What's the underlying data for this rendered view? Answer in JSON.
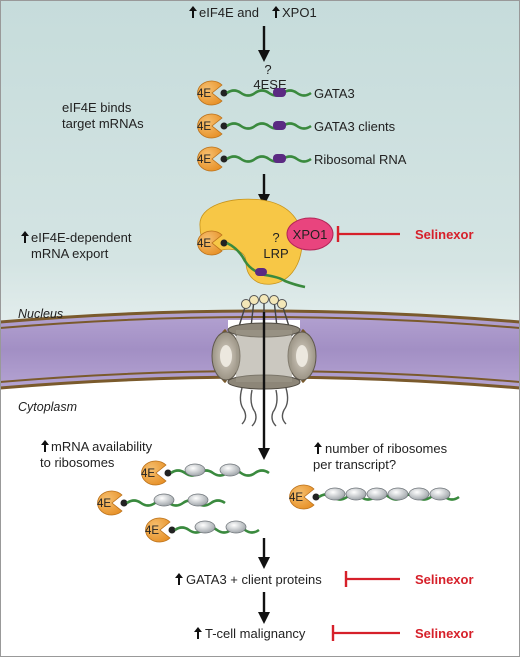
{
  "top_label": {
    "part1": "eIF4E and",
    "part2": "XPO1"
  },
  "question_top": "?",
  "element_4ese": "4ESE",
  "mrna_rows": [
    "GATA3",
    "GATA3 clients",
    "Ribosomal RNA"
  ],
  "binds_label": [
    "eIF4E binds",
    "target mRNAs"
  ],
  "export_label": [
    "eIF4E-dependent",
    "mRNA export"
  ],
  "export_complex": {
    "xpo1": "XPO1",
    "lrp": "LRP",
    "question": "?"
  },
  "inhibitor": "Selinexor",
  "protein_4e": "4E",
  "compartments": {
    "nucleus": "Nucleus",
    "cytoplasm": "Cytoplasm"
  },
  "mrna_availability": [
    "mRNA availability",
    "to ribosomes"
  ],
  "ribosomes_question": [
    "number of ribosomes",
    "per transcript?"
  ],
  "gata3_label": "GATA3 + client proteins",
  "malignancy_label": "T-cell malignancy",
  "colors": {
    "nucleus_bg": "#cfe0df",
    "membrane": "#a996c9",
    "protein_4e": "#f0a33a",
    "lrp": "#f7c746",
    "xpo1": "#e9447e",
    "mrna": "#3a8a3e",
    "element": "#5b2a82",
    "inhibitor": "#d6202a"
  },
  "icons": {
    "up": "up-arrow-icon"
  }
}
